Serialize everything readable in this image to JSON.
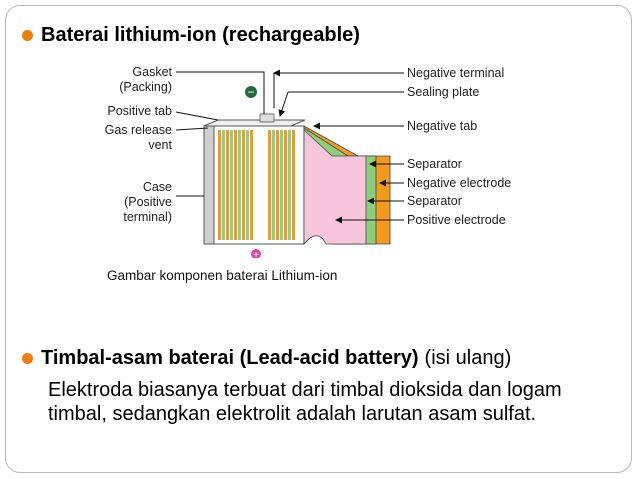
{
  "heading1": "Baterai lithium-ion (rechargeable)",
  "diagram": {
    "labels": {
      "gasket": "Gasket",
      "packing": "(Packing)",
      "positive_tab": "Positive tab",
      "gas_release": "Gas release",
      "vent": "vent",
      "case": "Case",
      "case_positive": "(Positive",
      "case_terminal": "terminal)",
      "negative_terminal": "Negative terminal",
      "sealing_plate": "Sealing plate",
      "negative_tab": "Negative tab",
      "separator_1": "Separator",
      "negative_electrode": "Negative electrode",
      "separator_2": "Separator",
      "positive_electrode": "Positive electrode"
    },
    "minus_symbol": "−",
    "plus_symbol": "+",
    "colors": {
      "orange": "#f39a1f",
      "green": "#8fcf7b",
      "pink": "#f7c6dd",
      "case_gray": "#d9d9d9",
      "bullet": "#f07f09",
      "terminal_green": "#1f6b3a",
      "terminal_pink": "#e0469a"
    }
  },
  "caption": "Gambar komponen baterai Lithium-ion",
  "heading2_bold": "Timbal-asam baterai (Lead-acid battery)",
  "heading2_normal": "(isi ulang)",
  "body": "Elektroda biasanya terbuat dari timbal dioksida dan logam timbal, sedangkan elektrolit adalah larutan asam sulfat."
}
